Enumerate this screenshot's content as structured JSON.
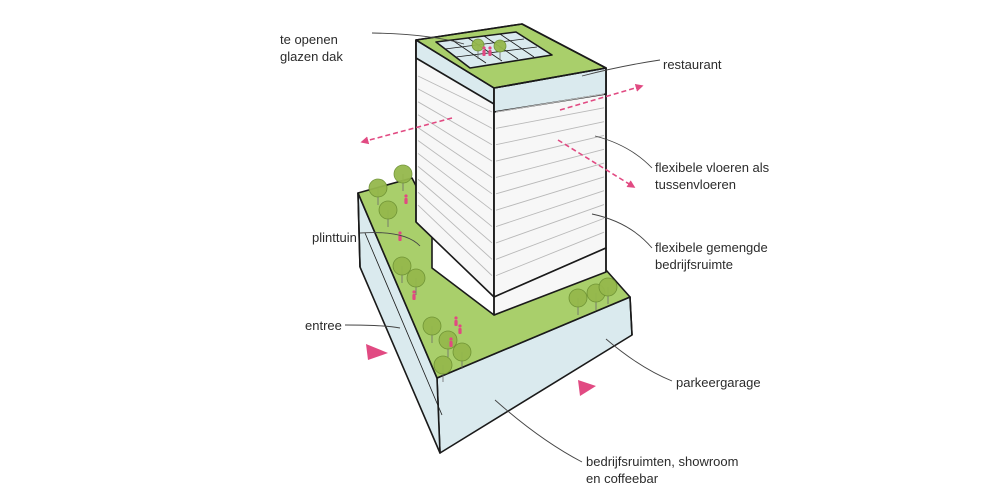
{
  "labels": {
    "roof": [
      "te openen",
      "glazen dak"
    ],
    "restaurant": [
      "restaurant"
    ],
    "flex_floors": [
      "flexibele vloeren als",
      "tussenvloeren"
    ],
    "flex_space": [
      "flexibele gemengde",
      "bedrijfsruimte"
    ],
    "garden": [
      "plinttuin"
    ],
    "entrance": [
      "entree"
    ],
    "parking": [
      "parkeergarage"
    ],
    "plinth": [
      "bedrijfsruimten, showroom",
      "en coffeebar"
    ]
  },
  "colors": {
    "green_roof": "#a9cf6b",
    "glass": "#daeaee",
    "facade": "#f7f7f7",
    "outline": "#1a1a1a",
    "tree": "#95b84c",
    "tree_edge": "#6d9133",
    "accent": "#e14a82",
    "leader": "#444444"
  },
  "icons": {
    "tree": "tree-icon",
    "person": "person-icon",
    "arrow": "arrow-icon"
  }
}
